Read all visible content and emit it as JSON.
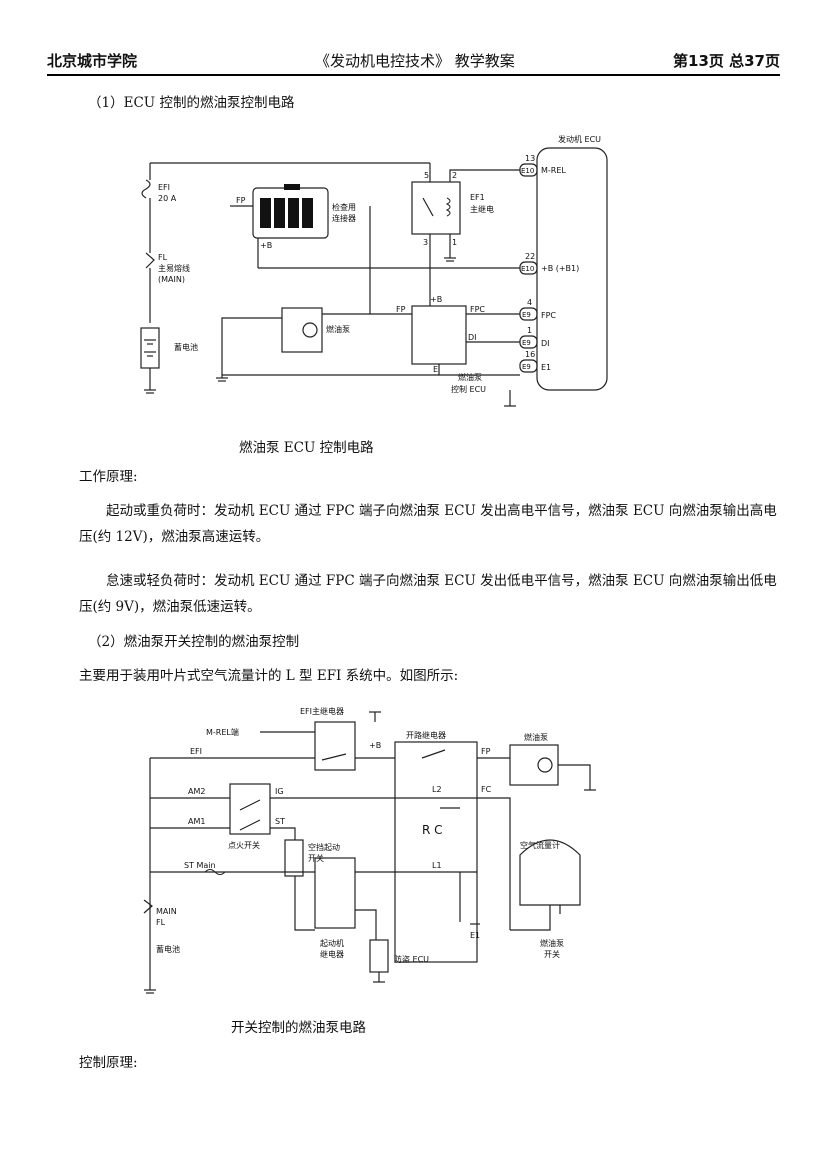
{
  "header": {
    "school": "北京城市学院",
    "course": "《发动机电控技术》 教学教案",
    "page": "第13页 总37页"
  },
  "section1": {
    "heading": "（1）ECU 控制的燃油泵控制电路",
    "caption": "燃油泵 ECU 控制电路",
    "principle_label": "工作原理:",
    "para1": "起动或重负荷时：发动机 ECU 通过 FPC 端子向燃油泵 ECU 发出高电平信号，燃油泵 ECU 向燃油泵输出高电压(约 12V)，燃油泵高速运转。",
    "para2": "怠速或轻负荷时：发动机 ECU 通过 FPC 端子向燃油泵 ECU 发出低电平信号，燃油泵 ECU 向燃油泵输出低电压(约 9V)，燃油泵低速运转。"
  },
  "diagram1": {
    "engine_ecu": "发动机 ECU",
    "efi_fuse": "EFI",
    "efi_amp": "20 A",
    "fl": "FL",
    "fl_main_fuse": "主易熔线",
    "fl_main": "(MAIN)",
    "battery": "蓄电池",
    "fp": "FP",
    "plus_b": "+B",
    "check_connector_1": "检查用",
    "check_connector_2": "连接器",
    "efi_relay_1": "EF1",
    "efi_relay_2": "主继电",
    "pin5": "5",
    "pin2": "2",
    "pin3": "3",
    "pin1": "1",
    "pin13": "13",
    "e10_a": "E10",
    "m_rel": "M-REL",
    "pin22": "22",
    "e10_b": "E10",
    "b_b1": "+B (+B1)",
    "pin4": "4",
    "e9_a": "E9",
    "fpc_ecu": "FPC",
    "pin1b": "1",
    "e9_b": "E9",
    "di_ecu": "DI",
    "pin16": "16",
    "e9_c": "E9",
    "e1": "E1",
    "fuel_pump": "燃油泵",
    "fp2": "FP",
    "b2": "+B",
    "fpc": "FPC",
    "di": "DI",
    "e": "E",
    "pump_ecu_1": "燃油泵",
    "pump_ecu_2": "控制 ECU"
  },
  "section2": {
    "heading": "（2）燃油泵开关控制的燃油泵控制",
    "intro": "主要用于装用叶片式空气流量计的 L 型 EFI 系统中。如图所示:",
    "caption": "开关控制的燃油泵电路",
    "principle_label": "控制原理:"
  },
  "diagram2": {
    "efi_main_relay": "EFI主继电器",
    "m_rel": "M-REL端",
    "b": "+B",
    "efi": "EFI",
    "circuit_relay": "开路继电器",
    "fp": "FP",
    "fuel_pump": "燃油泵",
    "am2": "AM2",
    "ig": "IG",
    "l2": "L2",
    "fc": "FC",
    "am1": "AM1",
    "st": "ST",
    "rc": "R  C",
    "ignition_switch": "点火开关",
    "neutral_1": "空挡起动",
    "neutral_2": "开关",
    "airflow_meter": "空气流量计",
    "st_main": "ST Main",
    "l1": "L1",
    "main": "MAIN",
    "fl": "FL",
    "battery": "蓄电池",
    "e1": "E1",
    "starter_1": "起动机",
    "starter_2": "继电器",
    "anti_theft": "防盗 ECU",
    "pump_switch_1": "燃油泵",
    "pump_switch_2": "开关"
  }
}
